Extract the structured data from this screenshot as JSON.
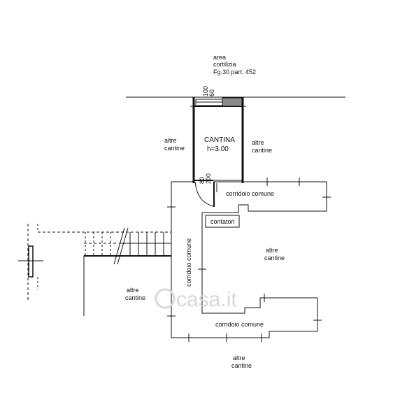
{
  "plan": {
    "header_lines": [
      "area",
      "cortilizia",
      "Fg.30  part.  452"
    ],
    "room": {
      "name": "CANTINA",
      "height": "h=3.00"
    },
    "labels": {
      "altre_cantine": "altre\ncantine",
      "corridoio_comune": "corridoio  comune",
      "contatori": "contatori"
    },
    "dimensions": {
      "top_a": "100",
      "top_b": "60",
      "bottom_a": "80",
      "bottom_b": "200"
    },
    "watermark": "casa.it",
    "colors": {
      "line": "#111111",
      "dash": "#333333",
      "fill_grey": "#8a8a8a"
    }
  }
}
